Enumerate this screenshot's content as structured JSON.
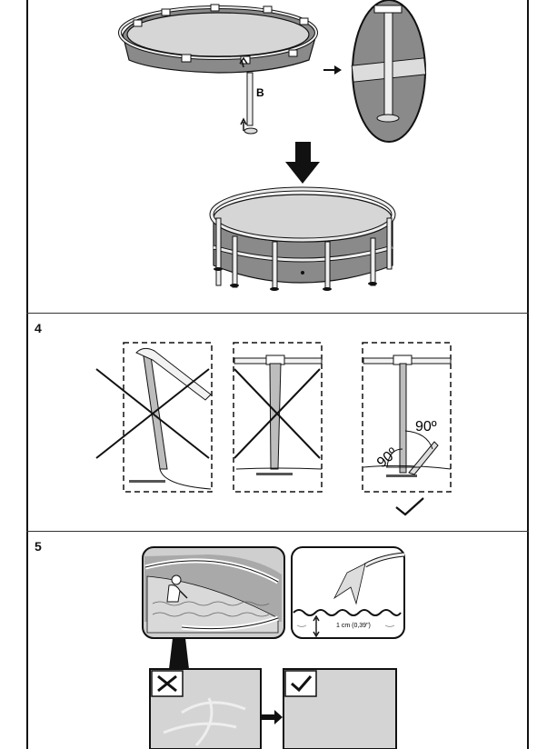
{
  "steps": [
    {
      "number": ""
    },
    {
      "number": "4"
    },
    {
      "number": "5"
    }
  ],
  "step3": {
    "part_label": "B"
  },
  "step4": {
    "angle_left": "90º",
    "angle_right": "90º"
  },
  "step5": {
    "depth_label": "1 cm (0,39\")"
  },
  "colors": {
    "liner": "#8a8a8a",
    "water": "#cfcfcf",
    "frame": "#f2f2f2",
    "line": "#111111"
  }
}
